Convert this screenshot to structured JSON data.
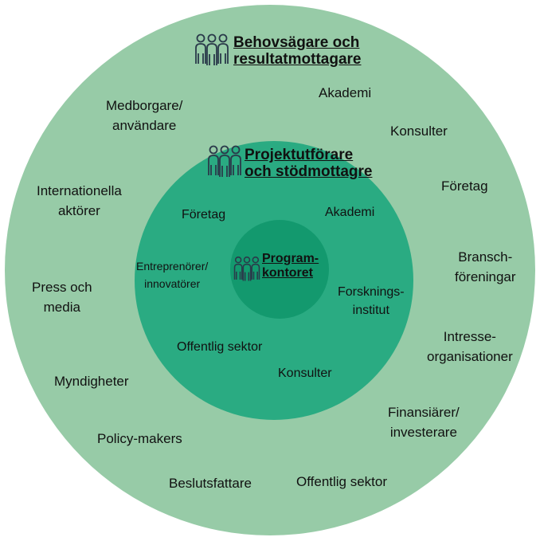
{
  "outer": {
    "heading": [
      "Behovsägare och",
      "resultatmottagare"
    ],
    "labels": {
      "akademi": "Akademi",
      "medborgare": [
        "Medborgare/",
        "användare"
      ],
      "konsulter": "Konsulter",
      "foretag": "Företag",
      "internationella": [
        "Internationella",
        "aktörer"
      ],
      "bransch": [
        "Bransch-",
        "föreningar"
      ],
      "press": [
        "Press och",
        "media"
      ],
      "intresse": [
        "Intresse-",
        "organisationer"
      ],
      "myndigheter": "Myndigheter",
      "finansiarer": [
        "Finansiärer/",
        "investerare"
      ],
      "policy": "Policy-makers",
      "beslutsfattare": "Beslutsfattare",
      "offentlig": "Offentlig sektor"
    }
  },
  "middle": {
    "heading": [
      "Projektutförare",
      "och stödmottagre"
    ],
    "labels": {
      "foretag": "Företag",
      "akademi": "Akademi",
      "entreprenorer": [
        "Entreprenörer/",
        "innovatörer"
      ],
      "forskning": [
        "Forsknings-",
        "institut"
      ],
      "offentlig": "Offentlig sektor",
      "konsulter": "Konsulter"
    }
  },
  "inner": {
    "heading": [
      "Program-",
      "kontoret"
    ]
  },
  "colors": {
    "outer_ring": "#97cba7",
    "middle_ring": "#2aab82",
    "inner_ring": "#13996e",
    "icon_stroke": "#2a3a4a"
  },
  "icons": {
    "group": "people-group-icon"
  }
}
